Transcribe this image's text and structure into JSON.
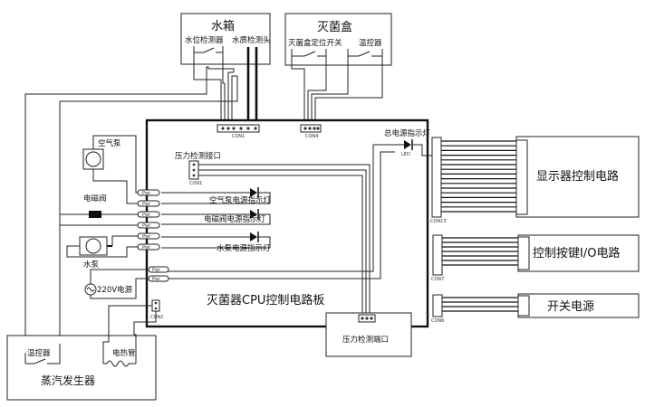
{
  "water_tank": {
    "title": "水箱",
    "level_sensor": "水位检测器",
    "quality_sensor": "水质检测头"
  },
  "sterilizer_box": {
    "title": "灭菌盒",
    "position_switch": "灭菌盒定位开关",
    "thermostat": "温控器"
  },
  "board": {
    "title": "灭菌器CPU控制电路板",
    "total_power_led": "总电源指示灯",
    "pressure_port": "压力检测接口",
    "air_pump_led": "空气泵电源指示灯",
    "solenoid_led": "电磁阀电源指示灯",
    "water_pump_led": "水泵电源指示灯"
  },
  "components": {
    "air_pump": "空气泵",
    "solenoid_valve": "电磁阀",
    "water_pump": "水泵",
    "power_220v": "220V电源"
  },
  "pressure_detect_port": "压力检测端口",
  "steam_generator": {
    "title": "蒸汽发生器",
    "thermostat": "温控器",
    "heater": "电热管"
  },
  "outputs": {
    "display": "显示器控制电路",
    "buttons": "控制按键I/O电路",
    "switch_power": "开关电源"
  },
  "small_labels": {
    "con1": "CON1",
    "con4": "CON4",
    "con_small": "CON1",
    "led": "LED",
    "con2": "CON2",
    "con13": "CON13",
    "con7": "CON7",
    "con6": "CON6",
    "pwr": "Pwr"
  }
}
